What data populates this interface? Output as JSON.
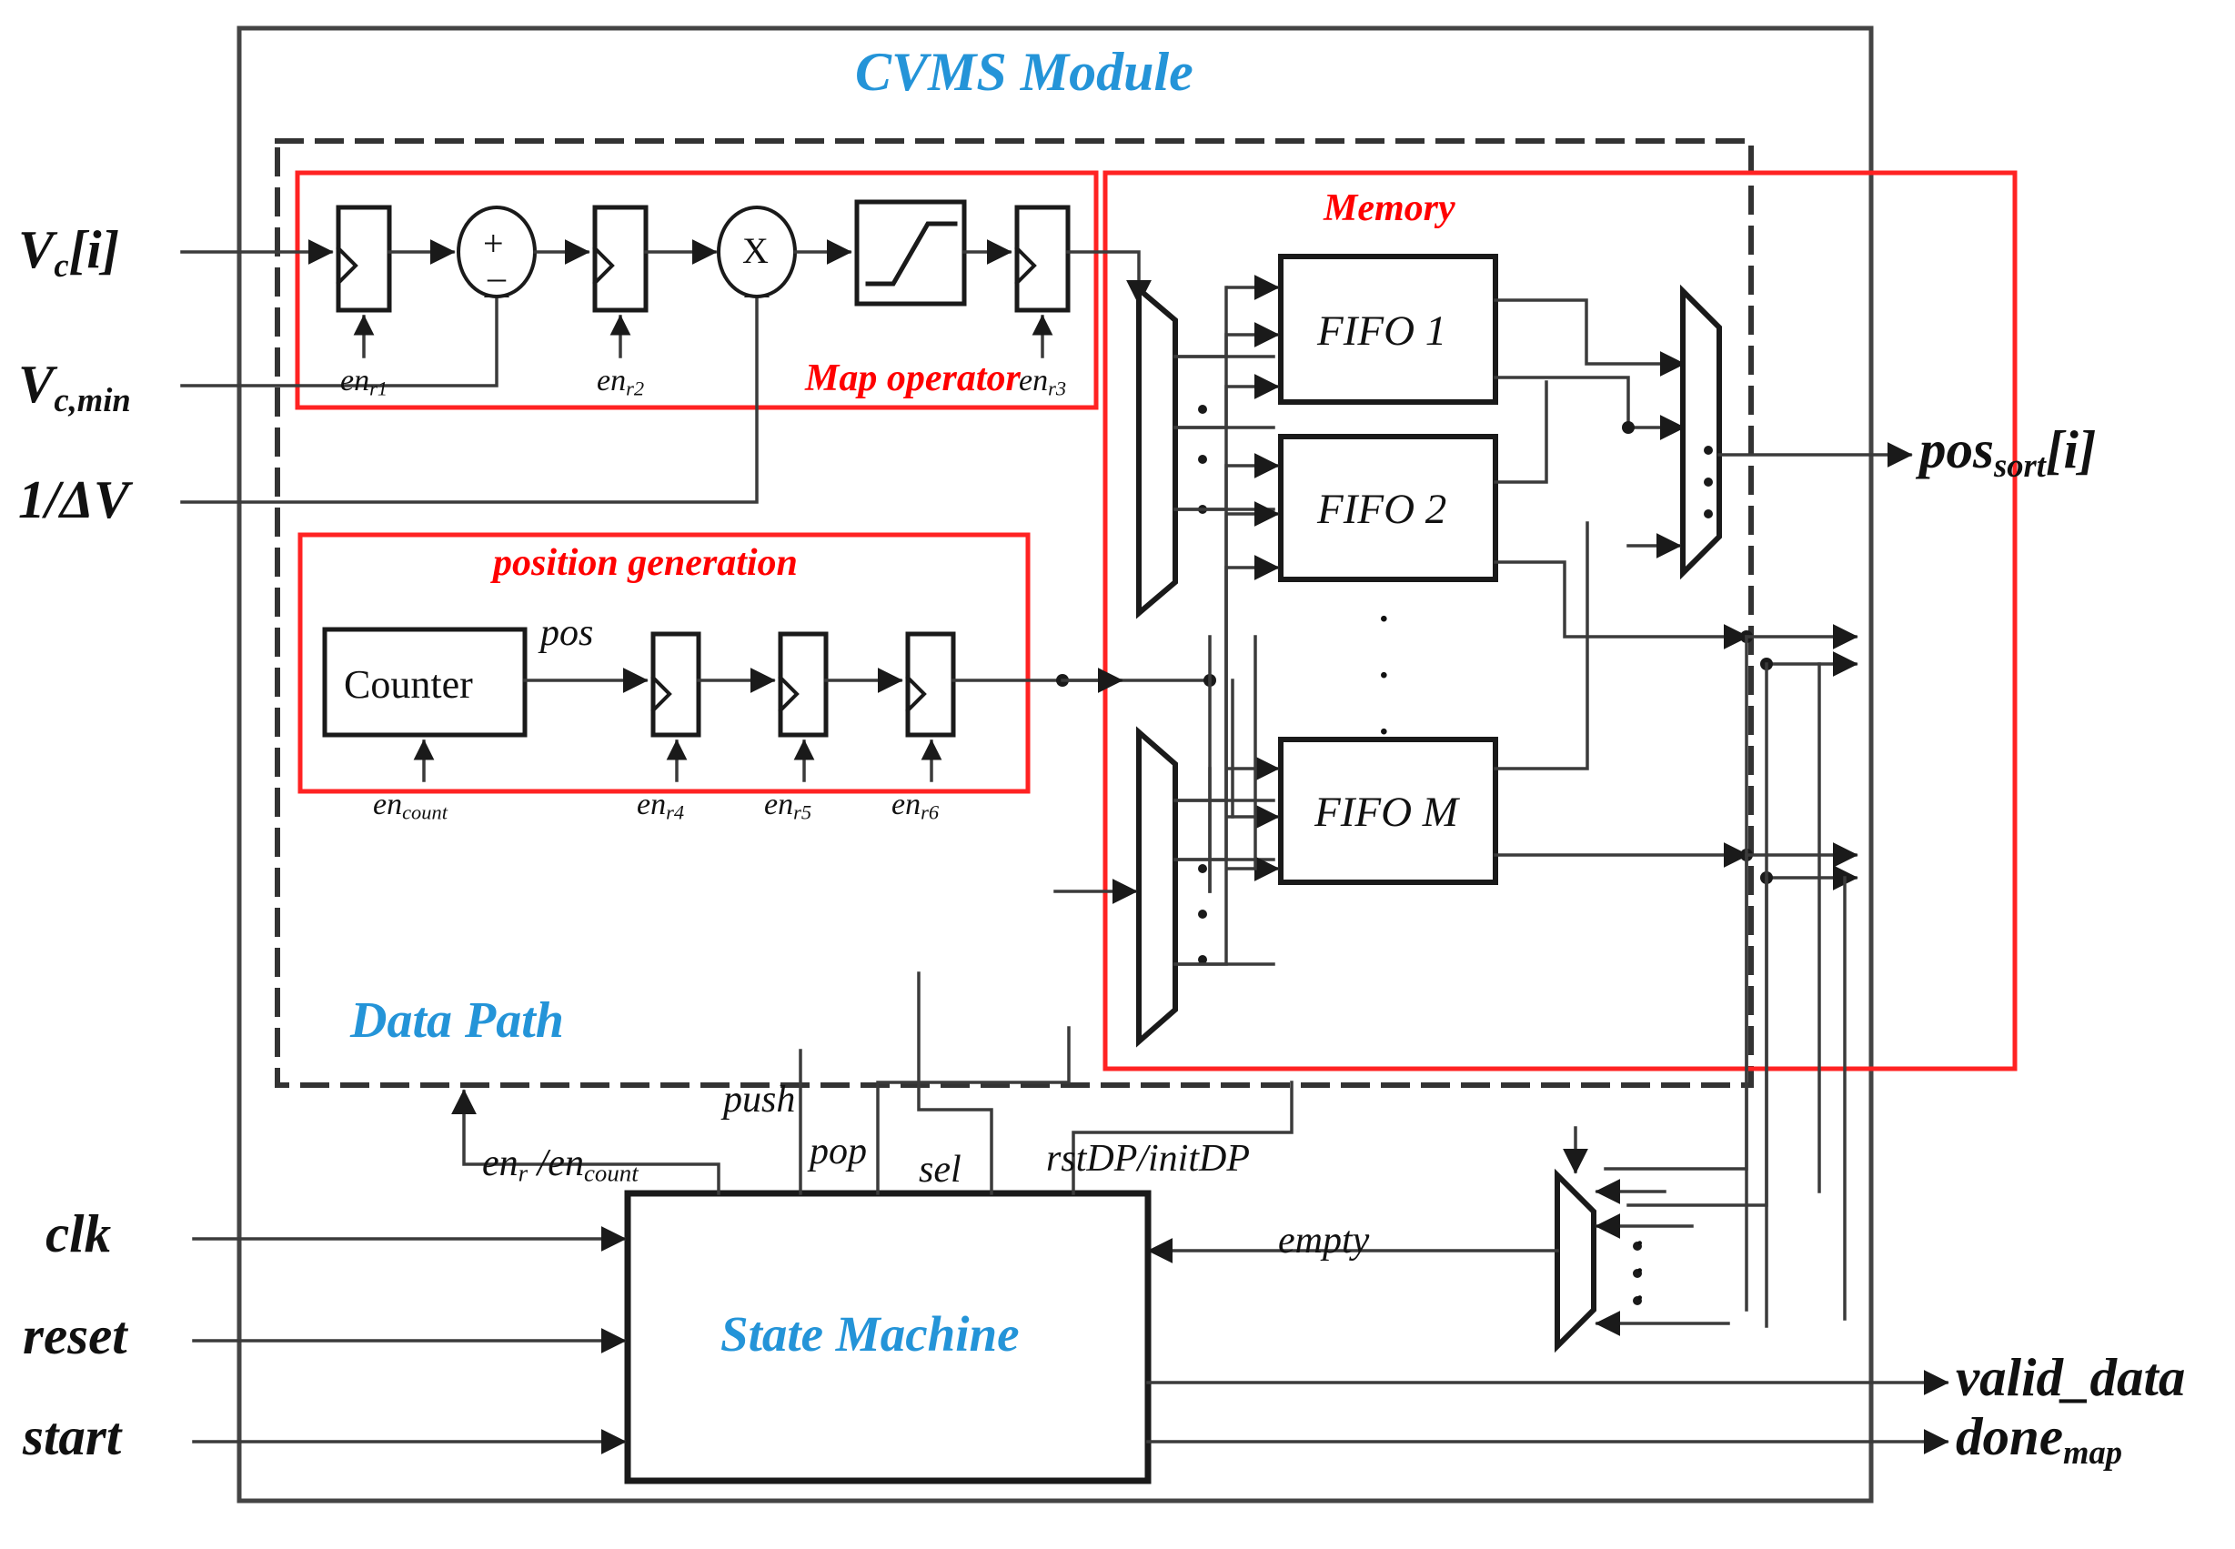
{
  "diagram": {
    "title": "CVMS Module",
    "sections": {
      "data_path": "Data Path",
      "map_operator": "Map operator",
      "position_generation": "position generation",
      "memory": "Memory"
    },
    "colors": {
      "accent_blue": "#2494d8",
      "section_red": "#ff0000",
      "wire": "#3b3b3b",
      "block_outline": "#1a1a1a"
    }
  },
  "inputs": {
    "vc_i": {
      "base": "V",
      "sub": "c",
      "tail": "[i]"
    },
    "vc_min": {
      "base": "V",
      "sub": "c,min",
      "tail": ""
    },
    "inv_dv": {
      "base": "1/ΔV",
      "sub": "",
      "tail": ""
    },
    "clk": "clk",
    "reset": "reset",
    "start": "start"
  },
  "outputs": {
    "pos_sort": {
      "base": "pos",
      "sub": "sort",
      "tail": "[i]"
    },
    "valid_data": "valid_data",
    "done_map": {
      "base": "done",
      "sub": "map",
      "tail": ""
    }
  },
  "map_operator": {
    "registers": [
      {
        "enable": "en",
        "enable_sub": "r1"
      },
      {
        "enable": "en",
        "enable_sub": "r2"
      },
      {
        "enable": "en",
        "enable_sub": "r3"
      }
    ],
    "adder": {
      "plus": "+",
      "minus": "-"
    },
    "multiplier": "X",
    "saturation": "saturation-block"
  },
  "position_generation": {
    "counter_label": "Counter",
    "counter_enable": {
      "base": "en",
      "sub": "count"
    },
    "pos_wire_label": "pos",
    "registers": [
      {
        "enable": "en",
        "enable_sub": "r4"
      },
      {
        "enable": "en",
        "enable_sub": "r5"
      },
      {
        "enable": "en",
        "enable_sub": "r6"
      }
    ]
  },
  "memory": {
    "fifos": [
      "FIFO 1",
      "FIFO 2",
      "FIFO M"
    ],
    "vertical_ellipsis": "⋮"
  },
  "state_machine": {
    "label": "State Machine",
    "control_signals": {
      "en_r_en_count": {
        "a": "en",
        "a_sub": "r",
        "sep": " /",
        "b": "en",
        "b_sub": "count"
      },
      "push": "push",
      "pop": "pop",
      "sel": "sel",
      "rst_init": "rstDP/initDP",
      "empty": "empty"
    }
  }
}
